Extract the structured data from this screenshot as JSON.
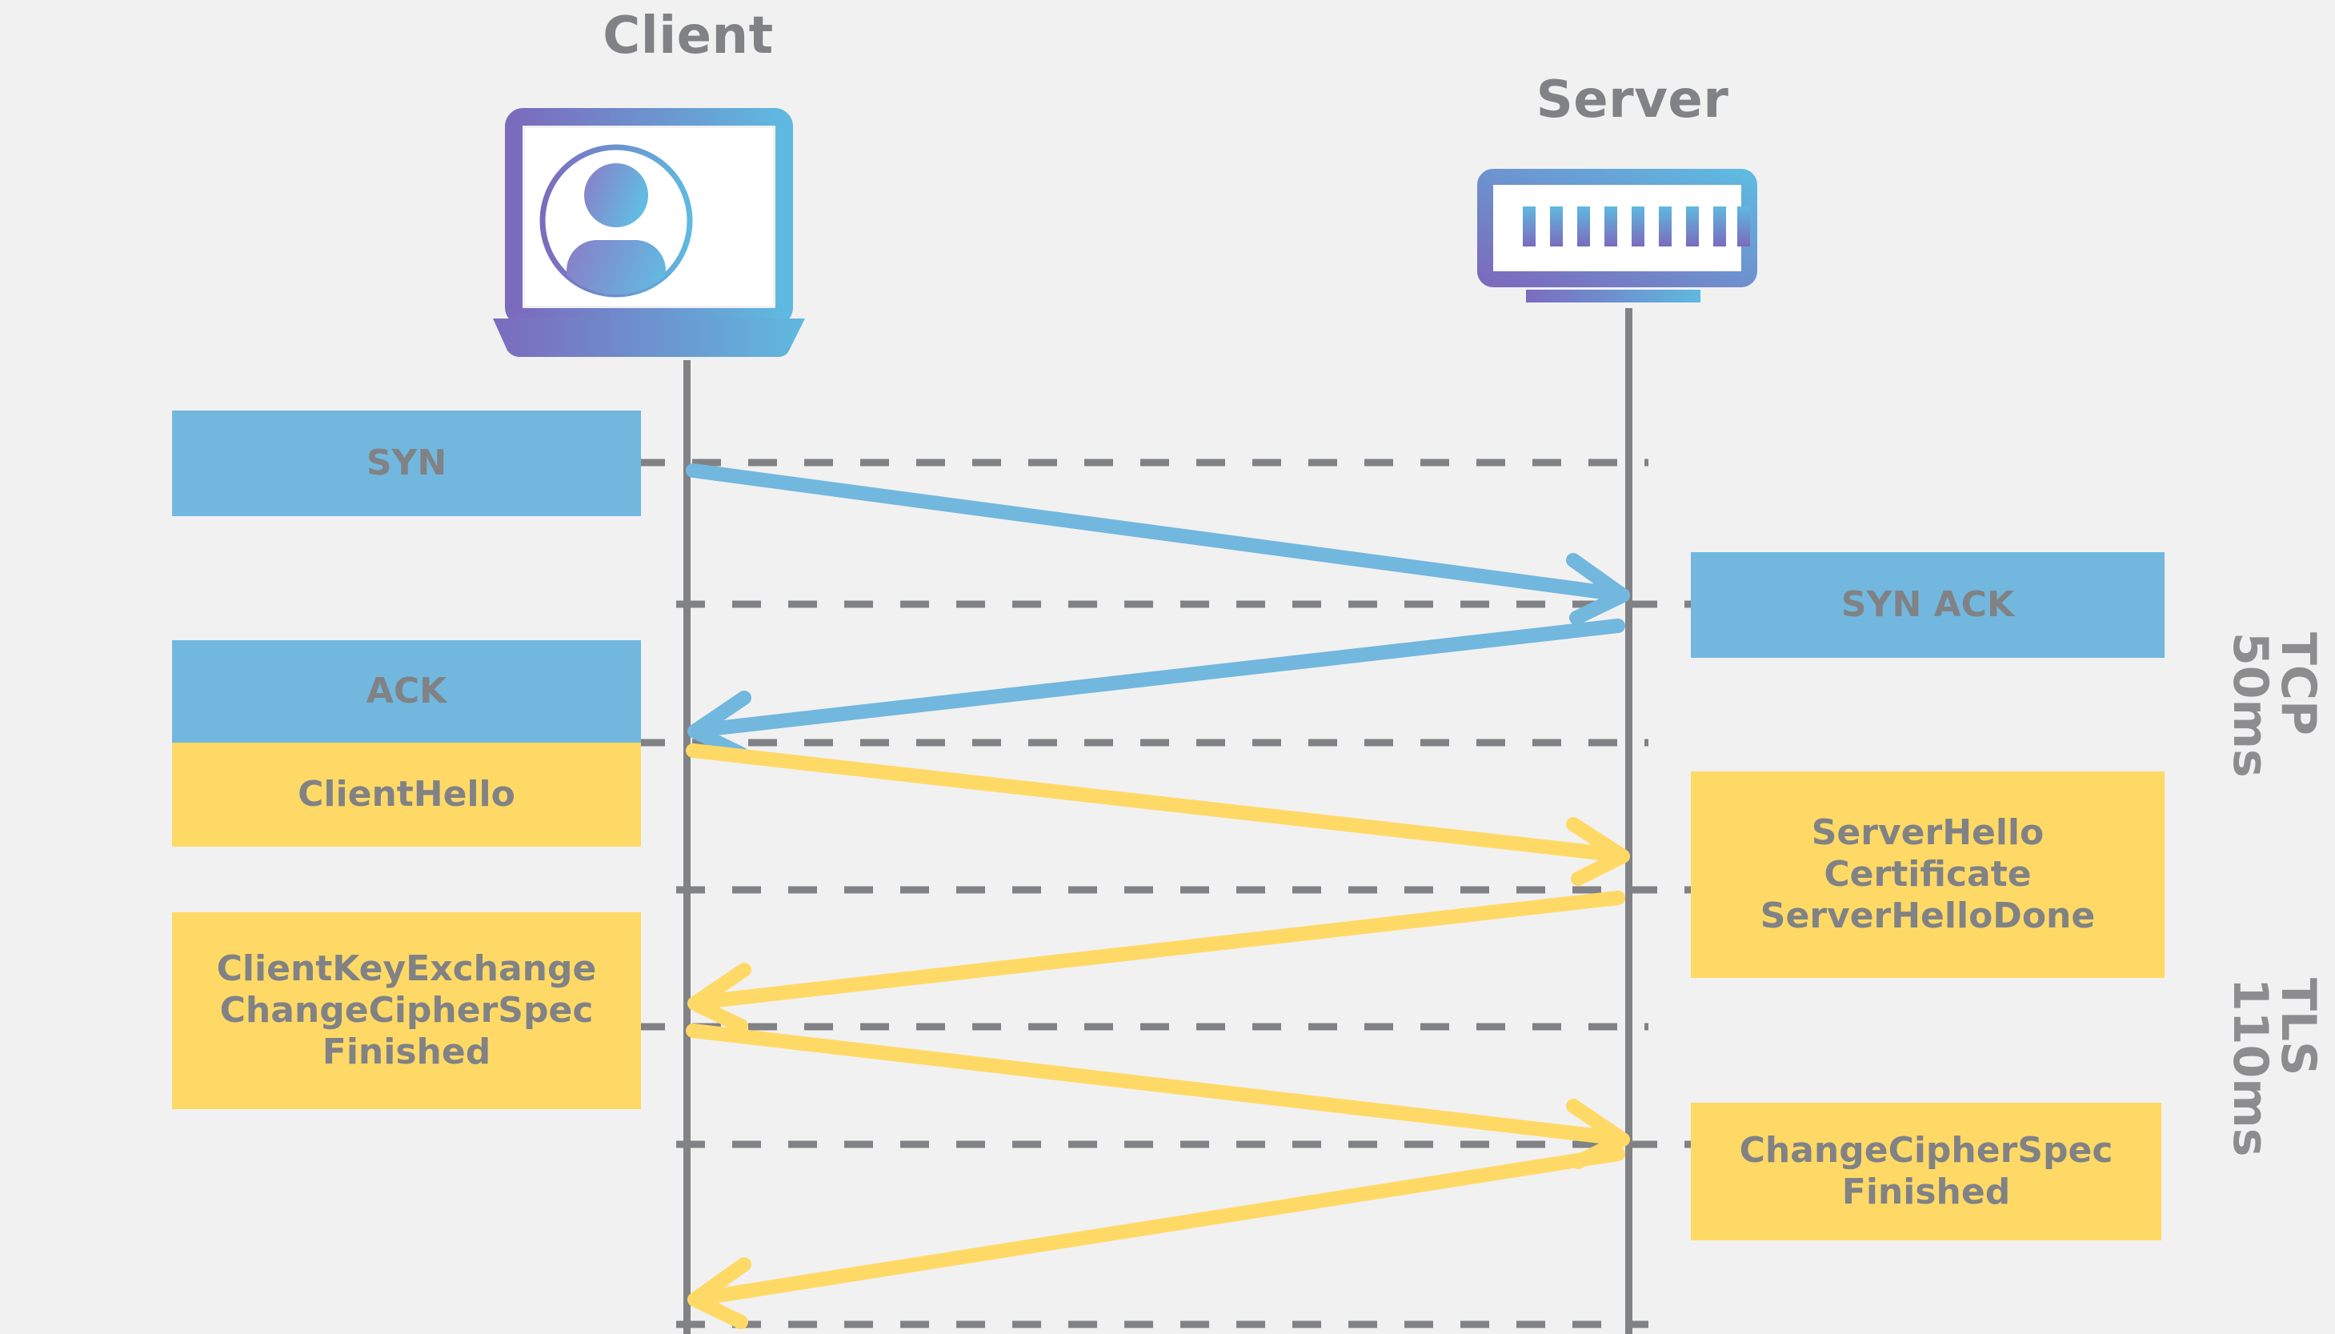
{
  "diagram": {
    "title_client": "Client",
    "title_server": "Server",
    "colors": {
      "background": "#f1f1f1",
      "tcp_blue": "#72b7de",
      "tls_yellow": "#ffd966",
      "text_gray": "#808285",
      "lifeline_gray": "#808285",
      "icon_gradient_start": "#7b6bbd",
      "icon_gradient_end": "#5fb9e0"
    },
    "icons": {
      "client": "laptop-user-icon",
      "server": "server-rack-icon"
    }
  },
  "messages": {
    "client_side": [
      {
        "id": "syn",
        "label": "SYN",
        "lines": [
          "SYN"
        ],
        "color": "tcp_blue"
      },
      {
        "id": "ack",
        "label": "ACK",
        "lines": [
          "ACK"
        ],
        "color": "tcp_blue"
      },
      {
        "id": "clienthello",
        "label": "ClientHello",
        "lines": [
          "ClientHello"
        ],
        "color": "tls_yellow"
      },
      {
        "id": "ckx",
        "label": "ClientKeyExchange ChangeCipherSpec Finished",
        "lines": [
          "ClientKeyExchange",
          "ChangeCipherSpec",
          "Finished"
        ],
        "color": "tls_yellow"
      }
    ],
    "server_side": [
      {
        "id": "synack",
        "label": "SYN ACK",
        "lines": [
          "SYN ACK"
        ],
        "color": "tcp_blue"
      },
      {
        "id": "serverhello",
        "label": "ServerHello Certificate ServerHelloDone",
        "lines": [
          "ServerHello",
          "Certificate",
          "ServerHelloDone"
        ],
        "color": "tls_yellow"
      },
      {
        "id": "ccsfinished",
        "label": "ChangeCipherSpec Finished",
        "lines": [
          "ChangeCipherSpec",
          "Finished"
        ],
        "color": "tls_yellow"
      }
    ]
  },
  "phases": [
    {
      "id": "tcp",
      "name": "TCP",
      "duration": "50ms"
    },
    {
      "id": "tls",
      "name": "TLS",
      "duration": "110ms"
    }
  ],
  "chart_data": {
    "type": "sequence",
    "title": "TCP + TLS handshake timeline",
    "participants": [
      "Client",
      "Server"
    ],
    "arrows": [
      {
        "order": 1,
        "from": "Client",
        "to": "Server",
        "label": "SYN",
        "protocol": "TCP",
        "color": "#72b7de"
      },
      {
        "order": 2,
        "from": "Server",
        "to": "Client",
        "label": "SYN ACK",
        "protocol": "TCP",
        "color": "#72b7de"
      },
      {
        "order": 3,
        "from": "Client",
        "to": "Server",
        "label": "ACK / ClientHello",
        "protocol": "TCP/TLS",
        "color": "#ffd966"
      },
      {
        "order": 4,
        "from": "Server",
        "to": "Client",
        "label": "ServerHello, Certificate, ServerHelloDone",
        "protocol": "TLS",
        "color": "#ffd966"
      },
      {
        "order": 5,
        "from": "Client",
        "to": "Server",
        "label": "ClientKeyExchange, ChangeCipherSpec, Finished",
        "protocol": "TLS",
        "color": "#ffd966"
      },
      {
        "order": 6,
        "from": "Server",
        "to": "Client",
        "label": "ChangeCipherSpec, Finished",
        "protocol": "TLS",
        "color": "#ffd966"
      }
    ],
    "phase_durations": [
      {
        "phase": "TCP",
        "duration_ms": 50
      },
      {
        "phase": "TLS",
        "duration_ms": 110
      }
    ]
  }
}
